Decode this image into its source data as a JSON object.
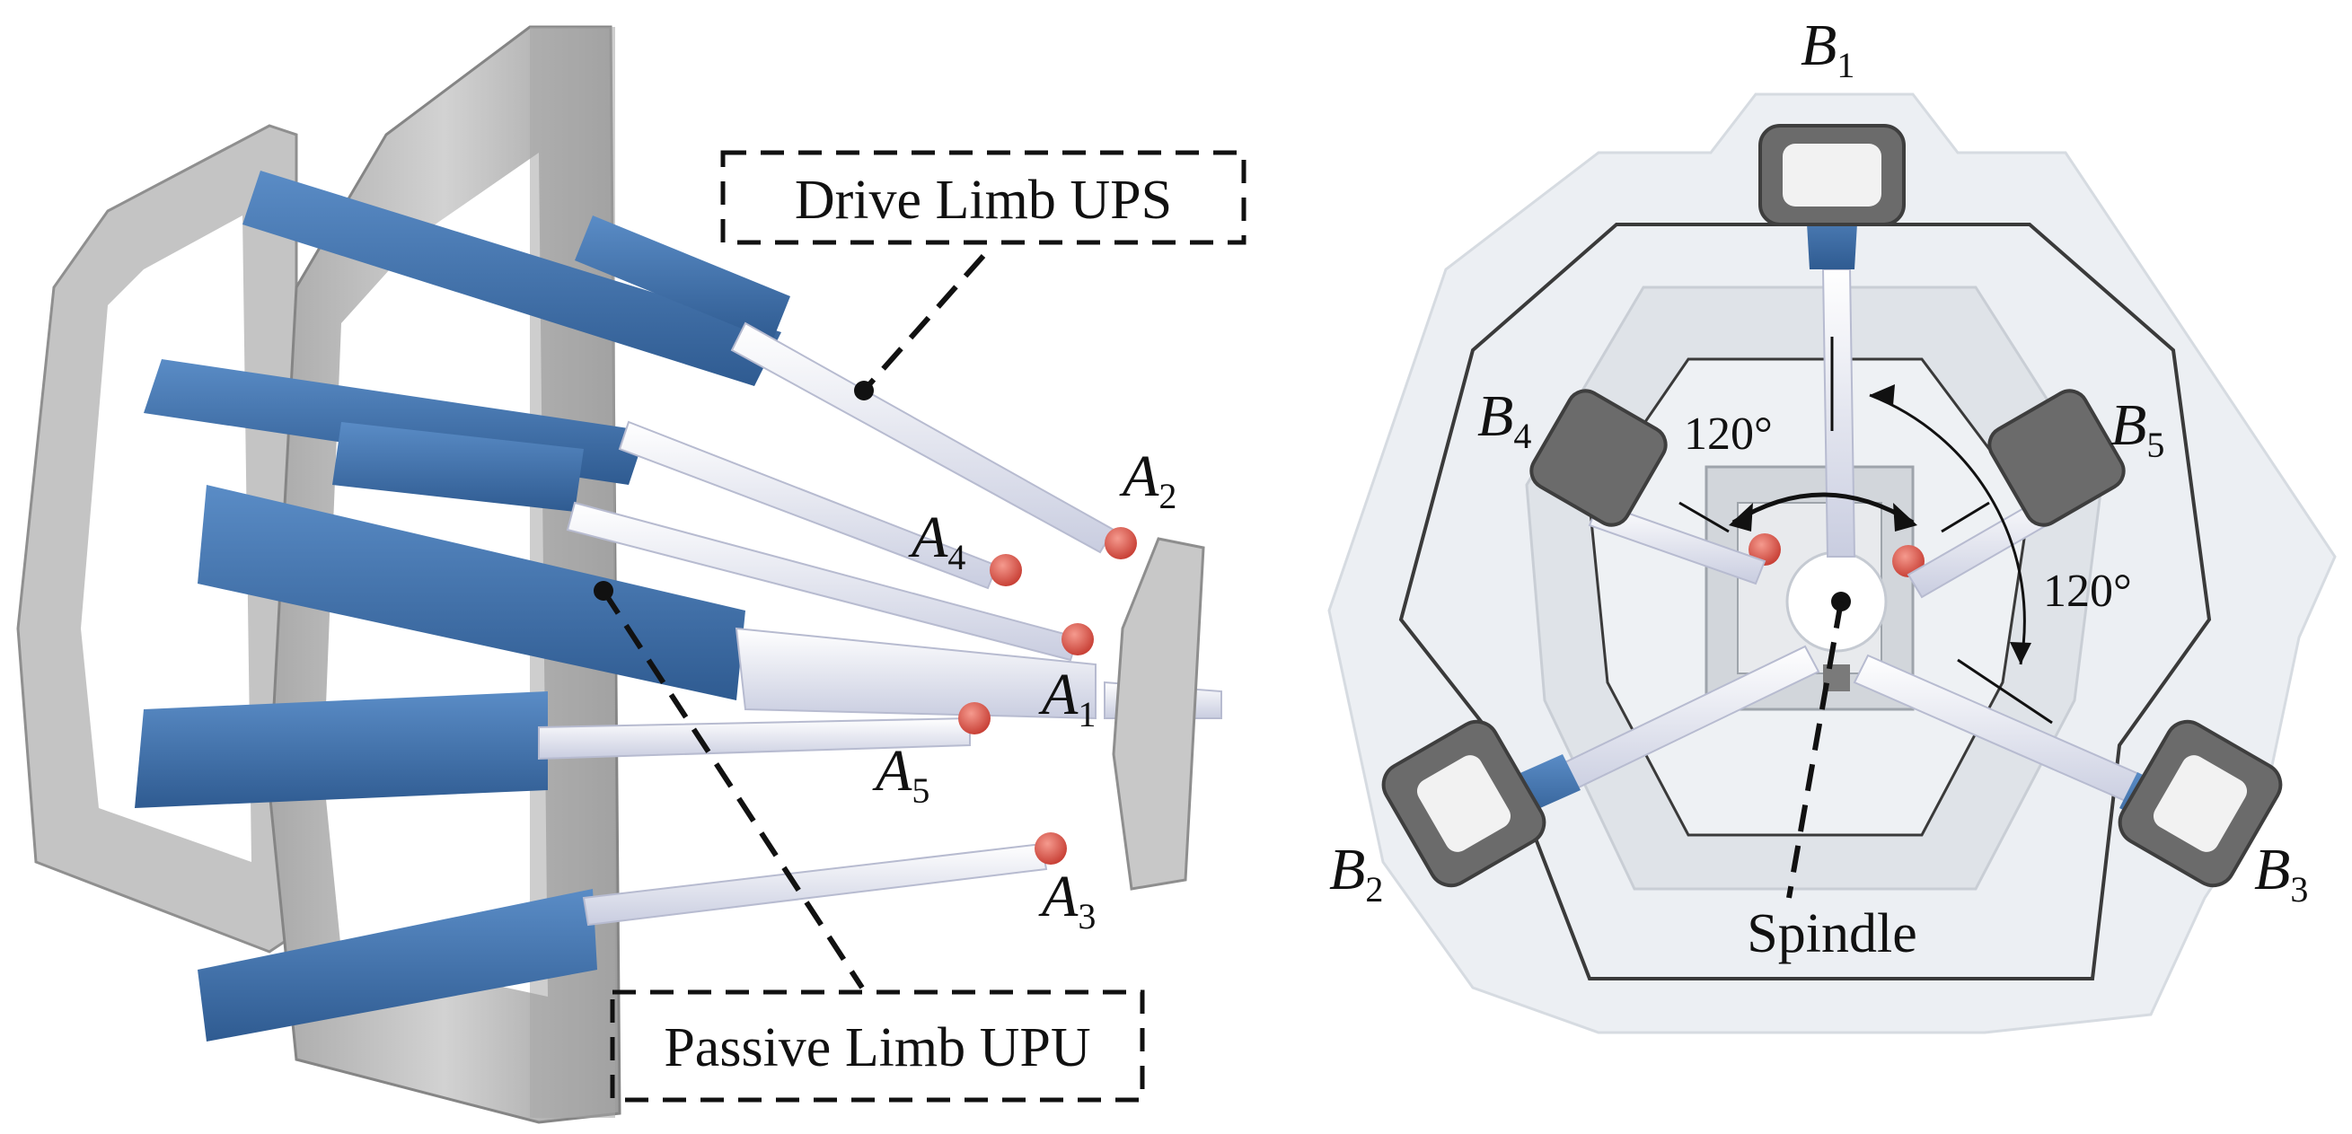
{
  "left_figure": {
    "callouts": {
      "drive_limb": "Drive Limb UPS",
      "passive_limb": "Passive Limb UPU"
    },
    "joints": [
      {
        "letter": "A",
        "sub": "2"
      },
      {
        "letter": "A",
        "sub": "4"
      },
      {
        "letter": "A",
        "sub": "1"
      },
      {
        "letter": "A",
        "sub": "5"
      },
      {
        "letter": "A",
        "sub": "3"
      }
    ]
  },
  "right_figure": {
    "bases": [
      {
        "letter": "B",
        "sub": "1"
      },
      {
        "letter": "B",
        "sub": "4"
      },
      {
        "letter": "B",
        "sub": "5"
      },
      {
        "letter": "B",
        "sub": "2"
      },
      {
        "letter": "B",
        "sub": "3"
      }
    ],
    "angles": [
      "120°",
      "120°"
    ],
    "spindle_label": "Spindle"
  },
  "colors": {
    "frame_gray": "#b8b8b8",
    "frame_dark": "#8e8e8e",
    "limb_blue": "#3f6fa8",
    "rod_white": "#e6e8f2",
    "joint_red": "#d9534a",
    "plate_light": "#e9edf1"
  }
}
